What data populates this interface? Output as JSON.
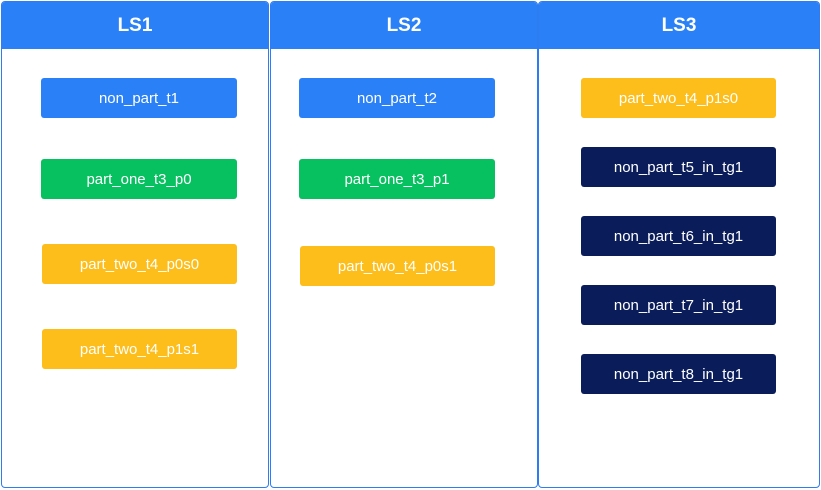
{
  "colors": {
    "header": "#2A80F7",
    "border": "#2F7CF0",
    "blue": "#2A80F7",
    "green": "#07C160",
    "yellow": "#FDBD1A",
    "navy": "#0A1D5A"
  },
  "columns": [
    {
      "title": "LS1",
      "items": [
        {
          "label": "non_part_t1",
          "color": "#2A80F7"
        },
        {
          "label": "part_one_t3_p0",
          "color": "#07C160"
        },
        {
          "label": "part_two_t4_p0s0",
          "color": "#FDBD1A"
        },
        {
          "label": "part_two_t4_p1s1",
          "color": "#FDBD1A"
        }
      ]
    },
    {
      "title": "LS2",
      "items": [
        {
          "label": "non_part_t2",
          "color": "#2A80F7"
        },
        {
          "label": "part_one_t3_p1",
          "color": "#07C160"
        },
        {
          "label": "part_two_t4_p0s1",
          "color": "#FDBD1A"
        }
      ]
    },
    {
      "title": "LS3",
      "items": [
        {
          "label": "part_two_t4_p1s0",
          "color": "#FDBD1A"
        },
        {
          "label": "non_part_t5_in_tg1",
          "color": "#0A1D5A"
        },
        {
          "label": "non_part_t6_in_tg1",
          "color": "#0A1D5A"
        },
        {
          "label": "non_part_t7_in_tg1",
          "color": "#0A1D5A"
        },
        {
          "label": "non_part_t8_in_tg1",
          "color": "#0A1D5A"
        }
      ]
    }
  ]
}
